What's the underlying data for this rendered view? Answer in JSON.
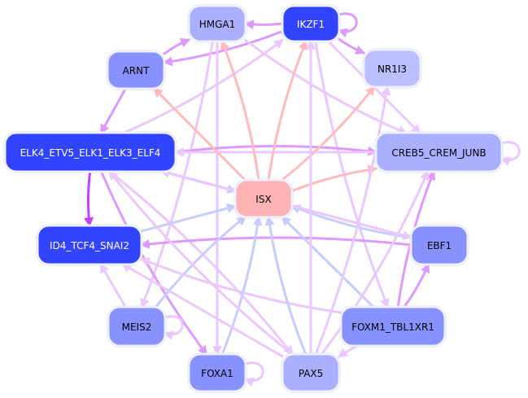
{
  "diagram": {
    "type": "directed-network",
    "colors": {
      "node_dark": "#3344ff",
      "node_medium": "#8892ff",
      "node_light": "#aab0ff",
      "node_pale": "#bbbfff",
      "node_target": "#ffb3b3",
      "edge_purple": "#dd99ff",
      "edge_light_purple": "#ebc7ff",
      "edge_violet": "#c344ff",
      "edge_blue": "#c6ccff",
      "edge_red": "#ffbbbb"
    },
    "nodes": [
      {
        "id": "HMGA1",
        "label": "HMGA1",
        "shade": "node_light",
        "text": "#000000"
      },
      {
        "id": "IKZF1",
        "label": "IKZF1",
        "shade": "node_dark",
        "text": "#ffffff"
      },
      {
        "id": "ARNT",
        "label": "ARNT",
        "shade": "node_medium",
        "text": "#000000"
      },
      {
        "id": "NR1I3",
        "label": "NR1I3",
        "shade": "node_pale",
        "text": "#000000"
      },
      {
        "id": "ELK4",
        "label": "ELK4_ETV5_ELK1_ELK3_ELF4",
        "shade": "node_dark",
        "text": "#ffffff"
      },
      {
        "id": "CREB5",
        "label": "CREB5_CREM_JUNB",
        "shade": "node_light",
        "text": "#000000"
      },
      {
        "id": "ISX",
        "label": "ISX",
        "shade": "node_target",
        "text": "#000000"
      },
      {
        "id": "ID4",
        "label": "ID4_TCF4_SNAI2",
        "shade": "node_dark",
        "text": "#ffffff"
      },
      {
        "id": "EBF1",
        "label": "EBF1",
        "shade": "node_medium",
        "text": "#000000"
      },
      {
        "id": "MEIS2",
        "label": "MEIS2",
        "shade": "node_medium",
        "text": "#000000"
      },
      {
        "id": "FOXM1",
        "label": "FOXM1_TBL1XR1",
        "shade": "node_medium",
        "text": "#000000"
      },
      {
        "id": "FOXA1",
        "label": "FOXA1",
        "shade": "node_medium",
        "text": "#000000"
      },
      {
        "id": "PAX5",
        "label": "PAX5",
        "shade": "node_light",
        "text": "#000000"
      }
    ],
    "edges": [
      {
        "from": "IKZF1",
        "to": "HMGA1",
        "color": "edge_purple"
      },
      {
        "from": "IKZF1",
        "to": "IKZF1",
        "color": "edge_purple"
      },
      {
        "from": "IKZF1",
        "to": "NR1I3",
        "color": "edge_purple"
      },
      {
        "from": "IKZF1",
        "to": "ARNT",
        "color": "edge_purple"
      },
      {
        "from": "IKZF1",
        "to": "CREB5",
        "color": "edge_light_purple"
      },
      {
        "from": "IKZF1",
        "to": "FOXM1",
        "color": "edge_light_purple"
      },
      {
        "from": "ARNT",
        "to": "HMGA1",
        "color": "edge_purple"
      },
      {
        "from": "ARNT",
        "to": "ELK4",
        "color": "edge_purple"
      },
      {
        "from": "HMGA1",
        "to": "CREB5",
        "color": "edge_light_purple"
      },
      {
        "from": "HMGA1",
        "to": "MEIS2",
        "color": "edge_light_purple"
      },
      {
        "from": "HMGA1",
        "to": "FOXA1",
        "color": "edge_light_purple"
      },
      {
        "from": "ELK4",
        "to": "ID4",
        "color": "edge_violet"
      },
      {
        "from": "ELK4",
        "to": "CREB5",
        "color": "edge_purple"
      },
      {
        "from": "ELK4",
        "to": "ISX",
        "color": "edge_blue"
      },
      {
        "from": "ELK4",
        "to": "FOXA1",
        "color": "edge_purple"
      },
      {
        "from": "ELK4",
        "to": "PAX5",
        "color": "edge_light_purple"
      },
      {
        "from": "ELK4",
        "to": "EBF1",
        "color": "edge_light_purple"
      },
      {
        "from": "ELK4",
        "to": "IKZF1",
        "color": "edge_light_purple"
      },
      {
        "from": "CREB5",
        "to": "CREB5",
        "color": "edge_light_purple"
      },
      {
        "from": "CREB5",
        "to": "ELK4",
        "color": "edge_light_purple"
      },
      {
        "from": "ISX",
        "to": "HMGA1",
        "color": "edge_red"
      },
      {
        "from": "ISX",
        "to": "IKZF1",
        "color": "edge_red"
      },
      {
        "from": "ISX",
        "to": "ARNT",
        "color": "edge_red"
      },
      {
        "from": "ISX",
        "to": "NR1I3",
        "color": "edge_red"
      },
      {
        "from": "ISX",
        "to": "CREB5",
        "color": "edge_red"
      },
      {
        "from": "ID4",
        "to": "ISX",
        "color": "edge_blue"
      },
      {
        "from": "EBF1",
        "to": "ID4",
        "color": "edge_purple"
      },
      {
        "from": "EBF1",
        "to": "ISX",
        "color": "edge_blue"
      },
      {
        "from": "EBF1",
        "to": "ELK4",
        "color": "edge_light_purple"
      },
      {
        "from": "MEIS2",
        "to": "MEIS2",
        "color": "edge_light_purple"
      },
      {
        "from": "MEIS2",
        "to": "ISX",
        "color": "edge_blue"
      },
      {
        "from": "MEIS2",
        "to": "ID4",
        "color": "edge_light_purple"
      },
      {
        "from": "FOXM1",
        "to": "EBF1",
        "color": "edge_purple"
      },
      {
        "from": "FOXM1",
        "to": "CREB5",
        "color": "edge_purple"
      },
      {
        "from": "FOXM1",
        "to": "ISX",
        "color": "edge_blue"
      },
      {
        "from": "FOXM1",
        "to": "PAX5",
        "color": "edge_light_purple"
      },
      {
        "from": "FOXM1",
        "to": "ID4",
        "color": "edge_light_purple"
      },
      {
        "from": "FOXA1",
        "to": "FOXA1",
        "color": "edge_light_purple"
      },
      {
        "from": "FOXA1",
        "to": "ISX",
        "color": "edge_blue"
      },
      {
        "from": "PAX5",
        "to": "ISX",
        "color": "edge_blue"
      },
      {
        "from": "PAX5",
        "to": "IKZF1",
        "color": "edge_light_purple"
      },
      {
        "from": "PAX5",
        "to": "NR1I3",
        "color": "edge_light_purple"
      },
      {
        "from": "PAX5",
        "to": "ELK4",
        "color": "edge_light_purple"
      },
      {
        "from": "PAX5",
        "to": "ID4",
        "color": "edge_light_purple"
      },
      {
        "from": "PAX5",
        "to": "CREB5",
        "color": "edge_light_purple"
      }
    ]
  }
}
